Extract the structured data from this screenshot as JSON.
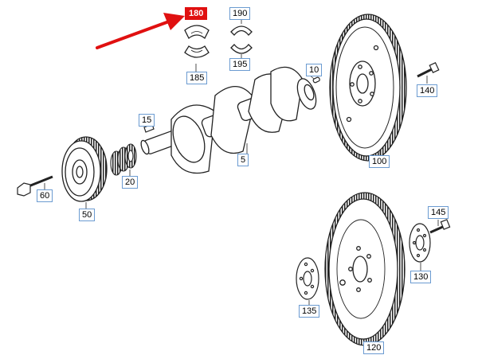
{
  "diagram": {
    "highlight_color": "#e01010",
    "label_border_color": "#6b9bd1",
    "selected_part": "180",
    "parts": [
      {
        "id": "p180",
        "label": "180",
        "selected": true
      },
      {
        "id": "p185",
        "label": "185"
      },
      {
        "id": "p190",
        "label": "190"
      },
      {
        "id": "p195",
        "label": "195"
      },
      {
        "id": "p10",
        "label": "10"
      },
      {
        "id": "p140",
        "label": "140"
      },
      {
        "id": "p15",
        "label": "15"
      },
      {
        "id": "p5",
        "label": "5"
      },
      {
        "id": "p20",
        "label": "20"
      },
      {
        "id": "p60",
        "label": "60"
      },
      {
        "id": "p50",
        "label": "50"
      },
      {
        "id": "p100",
        "label": "100"
      },
      {
        "id": "p145",
        "label": "145"
      },
      {
        "id": "p130",
        "label": "130"
      },
      {
        "id": "p135",
        "label": "135"
      },
      {
        "id": "p120",
        "label": "120"
      }
    ]
  }
}
